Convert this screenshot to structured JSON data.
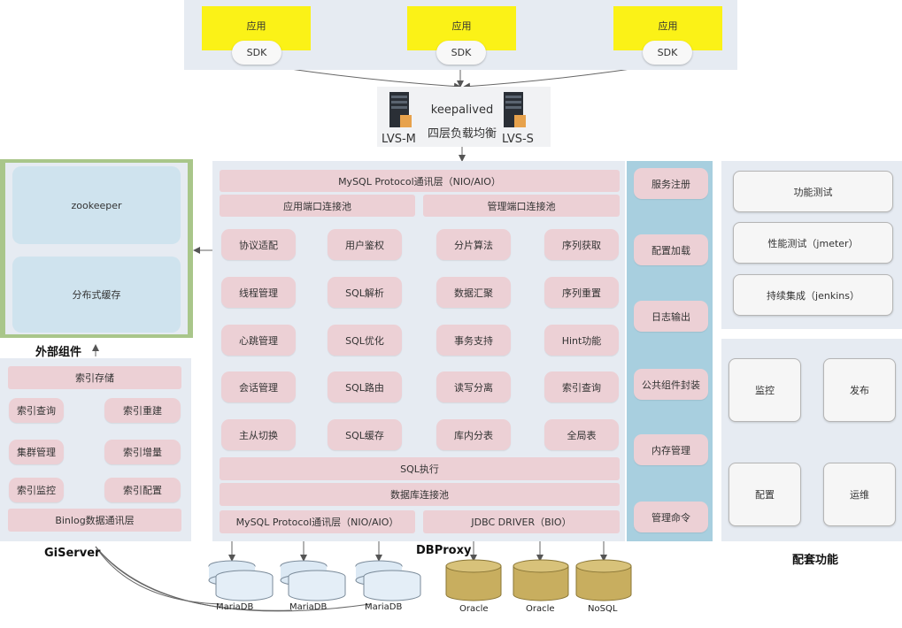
{
  "apps": [
    {
      "app_label": "应用",
      "sdk_label": "SDK"
    },
    {
      "app_label": "应用",
      "sdk_label": "SDK"
    },
    {
      "app_label": "应用",
      "sdk_label": "SDK"
    }
  ],
  "lb": {
    "line1": "keepalived",
    "line2": "四层负载均衡",
    "left": "LVS-M",
    "right": "LVS-S"
  },
  "external": {
    "items": [
      "zookeeper",
      "分布式缓存"
    ],
    "label": "外部组件"
  },
  "giserver": {
    "top": "索引存储",
    "grid": [
      "索引查询",
      "索引重建",
      "集群管理",
      "索引增量",
      "索引监控",
      "索引配置"
    ],
    "bottom": "Binlog数据通讯层",
    "label": "GiServer"
  },
  "dbproxy": {
    "top": "MySQL Protocol通讯层（NIO/AIO）",
    "pool_left": "应用端口连接池",
    "pool_right": "管理端口连接池",
    "modules": [
      [
        "协议适配",
        "用户鉴权",
        "分片算法",
        "序列获取"
      ],
      [
        "线程管理",
        "SQL解析",
        "数据汇聚",
        "序列重置"
      ],
      [
        "心跳管理",
        "SQL优化",
        "事务支持",
        "Hint功能"
      ],
      [
        "会话管理",
        "SQL路由",
        "读写分离",
        "索引查询"
      ],
      [
        "主从切换",
        "SQL缓存",
        "库内分表",
        "全局表"
      ]
    ],
    "exec": "SQL执行",
    "dbpool": "数据库连接池",
    "bottom_left": "MySQL Protocol通讯层（NIO/AIO）",
    "bottom_right": "JDBC DRIVER（BIO）",
    "label": "DBProxy"
  },
  "sidebar": [
    "服务注册",
    "配置加载",
    "日志输出",
    "公共组件封装",
    "内存管理",
    "管理命令"
  ],
  "testing": [
    "功能测试",
    "性能测试（jmeter）",
    "持续集成（jenkins）"
  ],
  "support": {
    "items": [
      "监控",
      "发布",
      "配置",
      "运维"
    ],
    "label": "配套功能"
  },
  "databases": [
    "MariaDB",
    "MariaDB",
    "MariaDB",
    "Oracle",
    "Oracle",
    "NoSQL"
  ],
  "colors": {
    "panel": "#e6ebf2",
    "pink": "#ecd0d5",
    "yellow": "#fbf217",
    "blue_box": "#cfe3ee",
    "green_border": "#a9c68a",
    "sidebar_blue": "#a8cfdf",
    "db_gold": "#c8ae5f",
    "db_blue": "#dce9f4"
  }
}
